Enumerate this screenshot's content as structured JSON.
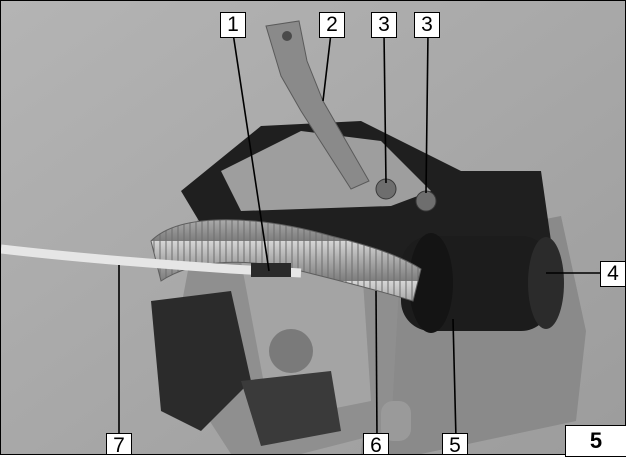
{
  "figure": {
    "callouts": [
      {
        "id": "c1",
        "label": "1"
      },
      {
        "id": "c2",
        "label": "2"
      },
      {
        "id": "c3a",
        "label": "3"
      },
      {
        "id": "c3b",
        "label": "3"
      },
      {
        "id": "c4",
        "label": "4"
      },
      {
        "id": "c5",
        "label": "5"
      },
      {
        "id": "c6",
        "label": "6"
      },
      {
        "id": "c7",
        "label": "7"
      }
    ],
    "figure_number": "5",
    "colors": {
      "background": "#a9a9a9",
      "housing": "#8e8e8e",
      "dark_cover": "#1f1f1f",
      "duct": "#b8b8b8",
      "callout_border": "#000000"
    }
  }
}
